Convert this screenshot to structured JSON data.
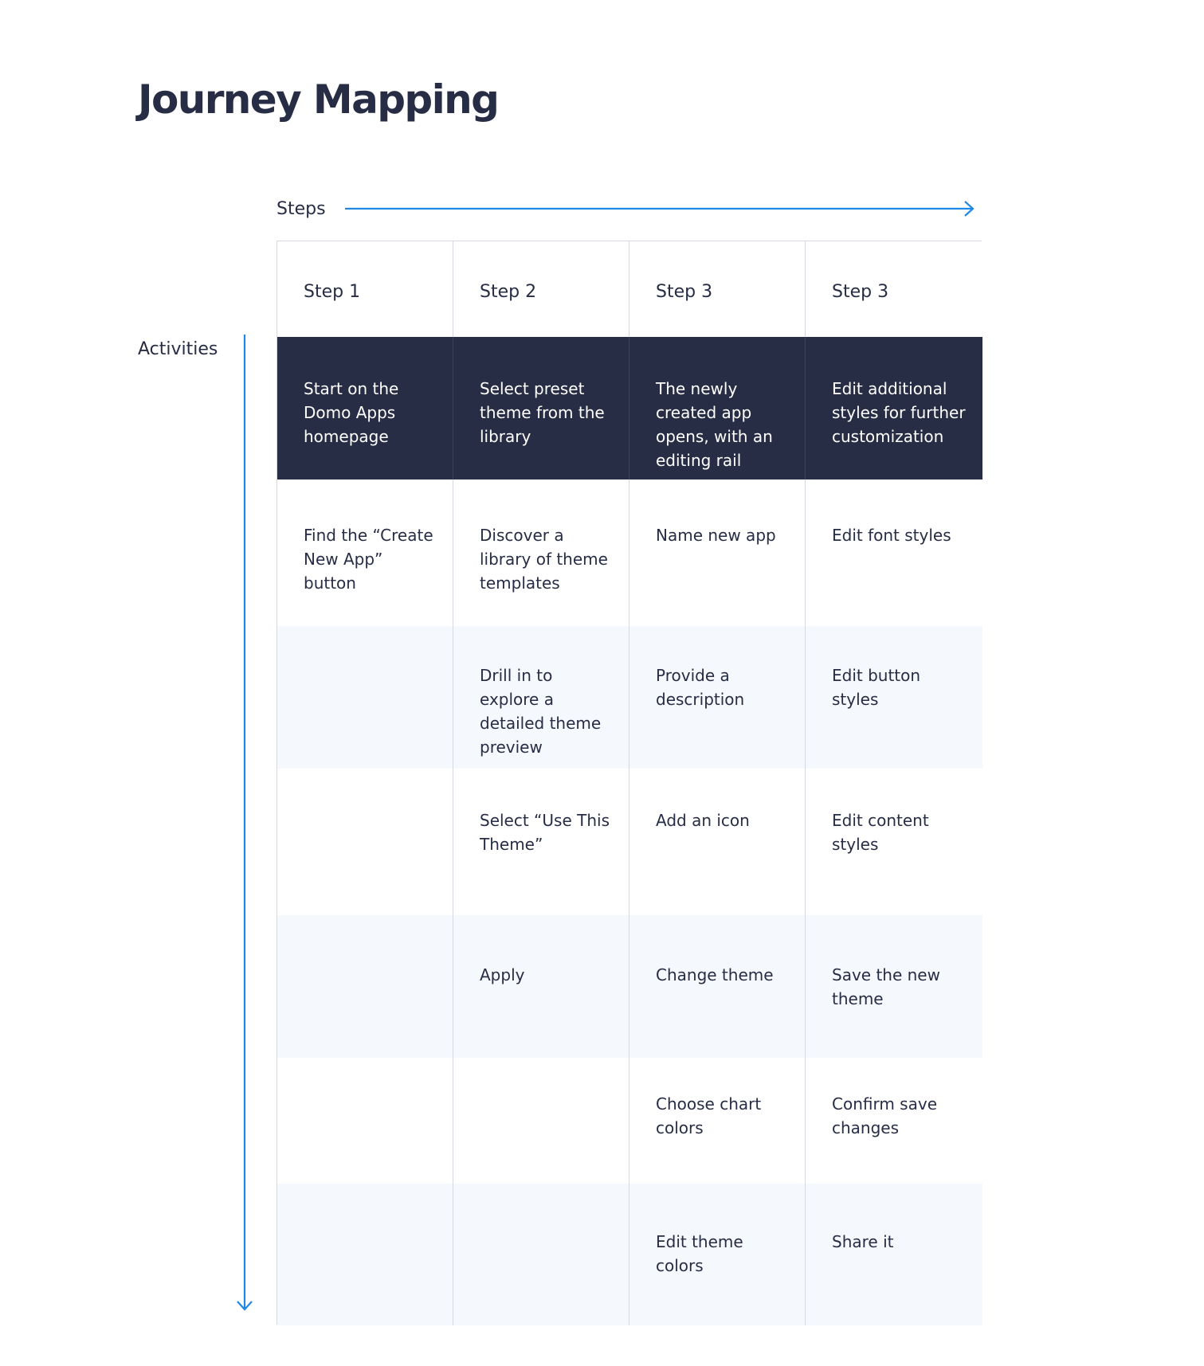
{
  "title": "Journey Mapping",
  "axes": {
    "steps_label": "Steps",
    "activities_label": "Activities",
    "accent_color": "#1f87e5"
  },
  "colors": {
    "dark_row": "#272d45",
    "alt_row": "#f5f8fd",
    "border": "#d6d9e1"
  },
  "columns": [
    "Step 1",
    "Step 2",
    "Step 3",
    "Step 3"
  ],
  "rows": [
    [
      "Start on the Domo Apps homepage",
      "Select preset theme from the library",
      "The newly created app opens, with an editing rail",
      "Edit additional styles for further customization"
    ],
    [
      "Find the “Create New App” button",
      "Discover a library of theme templates",
      "Name new app",
      "Edit font styles"
    ],
    [
      "",
      "Drill in to explore a detailed theme preview",
      "Provide a description",
      "Edit button styles"
    ],
    [
      "",
      "Select “Use This Theme”",
      "Add an icon",
      "Edit content styles"
    ],
    [
      "",
      "Apply",
      "Change theme",
      "Save the new theme"
    ],
    [
      "",
      "",
      "Choose chart colors",
      "Confirm save changes"
    ],
    [
      "",
      "",
      "Edit theme colors",
      "Share it"
    ]
  ]
}
